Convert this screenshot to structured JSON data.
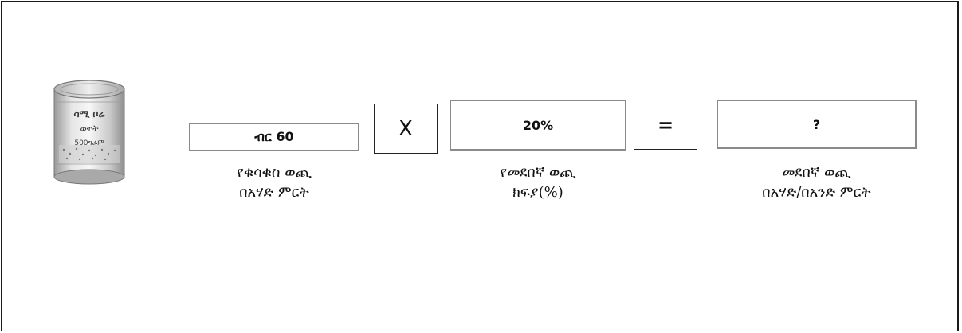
{
  "can_label": {
    "line1": "ሳሚ ቦሬ",
    "line2": "ወተት",
    "line3": "500ግራም"
  },
  "price_box": {
    "value": "ብር 60"
  },
  "price_caption": {
    "line1": "የቁሳቁስ ወጪ",
    "line2": "በአሃድ ምርት"
  },
  "multiply_sign": "X",
  "percent_box": {
    "value": "20%"
  },
  "percent_caption": {
    "line1": "የመደበኛ ወጪ",
    "line2": "ክፍያ(%)"
  },
  "equals_sign": "=",
  "result_box": {
    "value": "?"
  },
  "result_caption": {
    "line1": "መደበኛ ወጪ",
    "line2": "በአሃድ/በአንድ ምርት"
  }
}
